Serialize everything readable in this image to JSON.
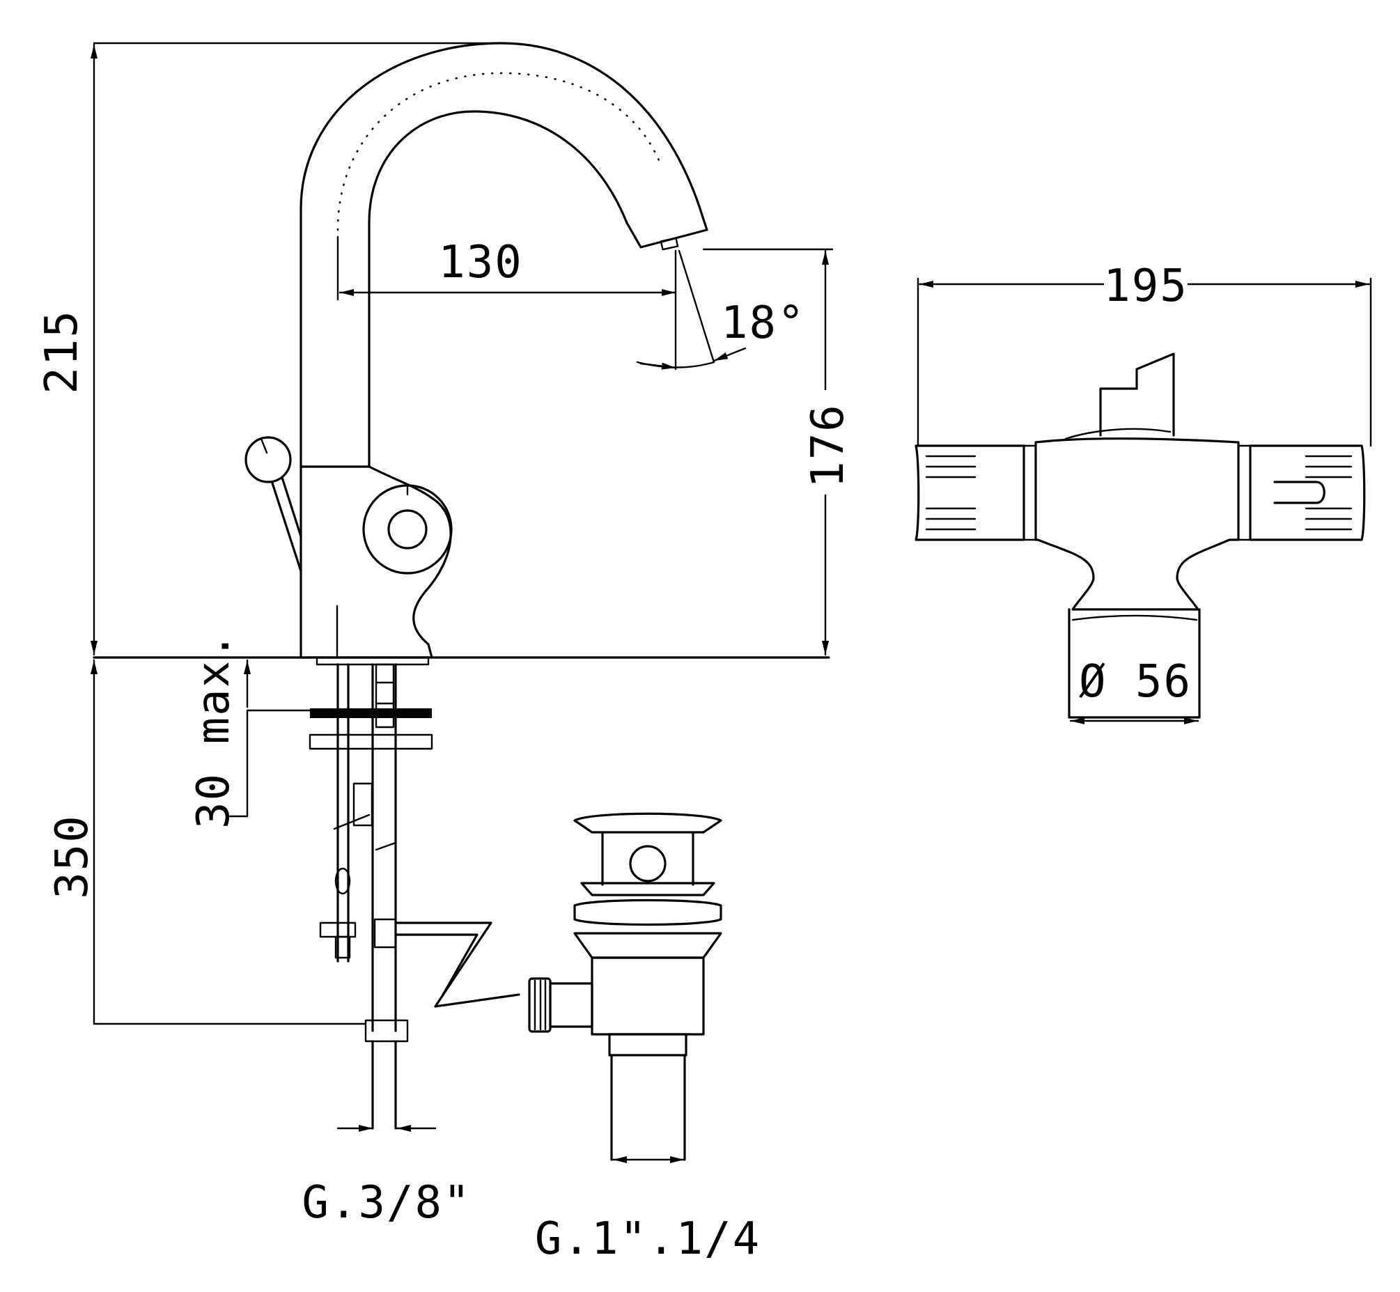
{
  "dimensions": {
    "height_total": "215",
    "spout_reach": "130",
    "swivel_angle": "18°",
    "spout_height": "176",
    "width_top": "195",
    "base_diameter": "Ø 56",
    "below_counter": "350",
    "counter_thickness": "30 max.",
    "hose_thread": "G.3/8\"",
    "waste_thread": "G.1\".1/4"
  },
  "colors": {
    "line": "#000000",
    "background": "#ffffff"
  }
}
